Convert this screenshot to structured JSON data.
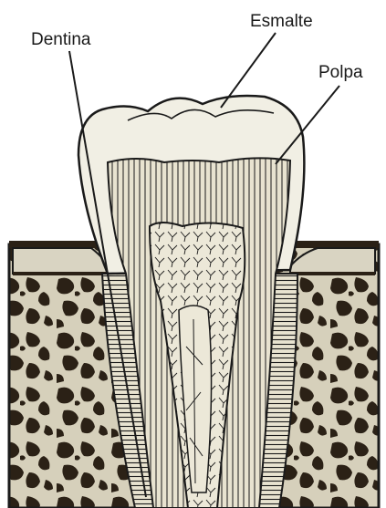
{
  "labels": {
    "dentina": "Dentina",
    "esmalte": "Esmalte",
    "polpa": "Polpa"
  },
  "colors": {
    "enamel": "#f1efe4",
    "dentin": "#e8e3d0",
    "pulp": "#ece8d8",
    "bone_fill": "#d6d0bb",
    "bone_dark": "#2b2116",
    "gum": "#d9d4c2",
    "ink": "#1a1a1a"
  }
}
